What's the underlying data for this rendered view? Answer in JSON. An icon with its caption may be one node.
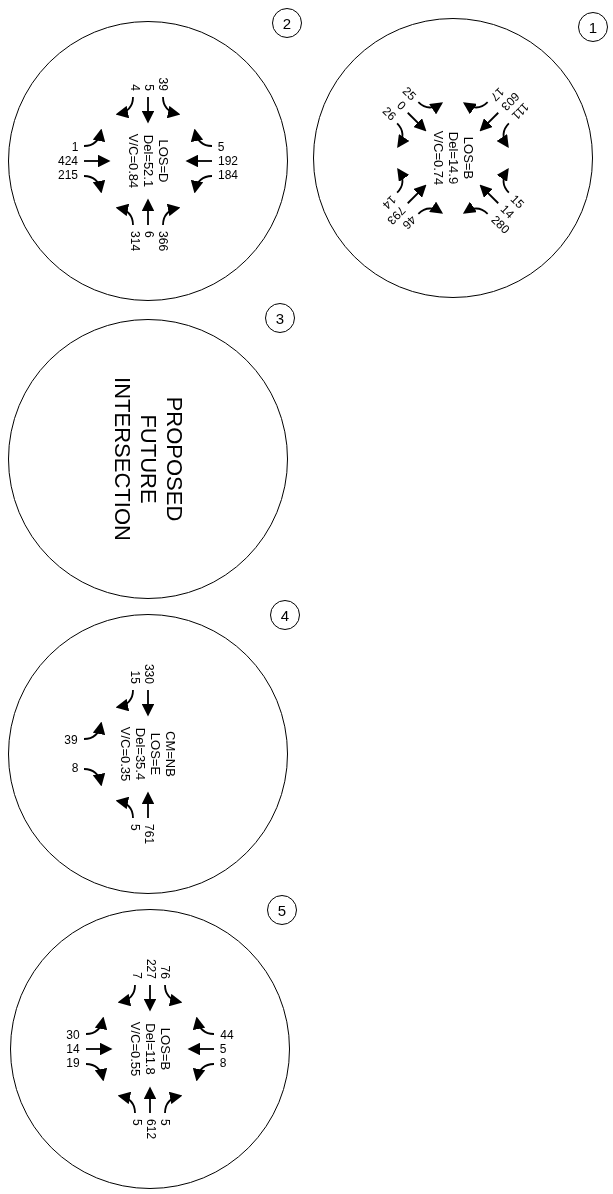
{
  "diagram": {
    "nodes": [
      {
        "text": [
          "1"
        ]
      },
      {
        "text": [
          "LOS=B",
          "Del=14.9",
          "V/C=0.74"
        ]
      },
      {
        "text": [
          "2"
        ]
      },
      {
        "text": [
          "LOS=D",
          "Del=52.1",
          "V/C=0.84"
        ]
      },
      {
        "text": [
          "3"
        ]
      },
      {
        "text": [
          "PROPOSED FUTURE INTERSECTION"
        ]
      },
      {
        "text": [
          "4"
        ]
      },
      {
        "text": [
          "CM=NB",
          "LOS=E",
          "Del=35.4",
          "V/C=0.35"
        ]
      },
      {
        "text": [
          "5"
        ]
      },
      {
        "text": [
          "LOS=B",
          "Del=11.8",
          "V/C=0.55"
        ]
      }
    ],
    "labels": [
      "111",
      "603",
      "17",
      "25",
      "0",
      "26",
      "14",
      "793",
      "46",
      "280",
      "14",
      "15",
      "1",
      "424",
      "215",
      "5",
      "192",
      "184",
      "39",
      "5",
      "4",
      "366",
      "6",
      "314",
      "330",
      "15",
      "39",
      "8",
      "761",
      "5",
      "30",
      "14",
      "19",
      "44",
      "5",
      "8",
      "76",
      "227",
      "7",
      "5",
      "612",
      "5"
    ]
  }
}
